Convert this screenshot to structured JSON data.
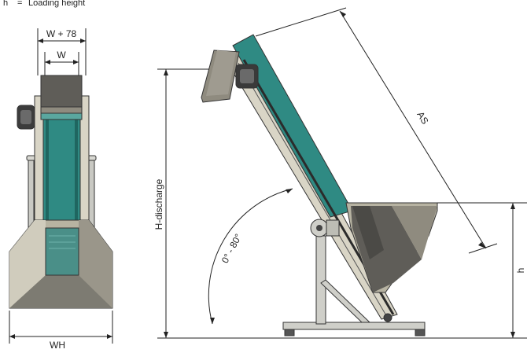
{
  "legend": {
    "symbol": "h",
    "eq": "=",
    "text": "Loading height"
  },
  "front_view": {
    "width_plus_label": "W + 78",
    "width_label": "W",
    "hopper_width_label": "WH"
  },
  "side_view": {
    "discharge_height_label": "H-discharge",
    "angle_label": "0° - 80°",
    "axis_length_label": "AS",
    "loading_height_label": "h"
  },
  "colors": {
    "belt": "#2f8a83",
    "belt_dark": "#1f6660",
    "frame": "#d9d5c6",
    "hopper_light": "#b7b3a2",
    "hopper_mid": "#8f8b7f",
    "hopper_dark": "#5f5d58",
    "steel": "#cfcfc9"
  }
}
